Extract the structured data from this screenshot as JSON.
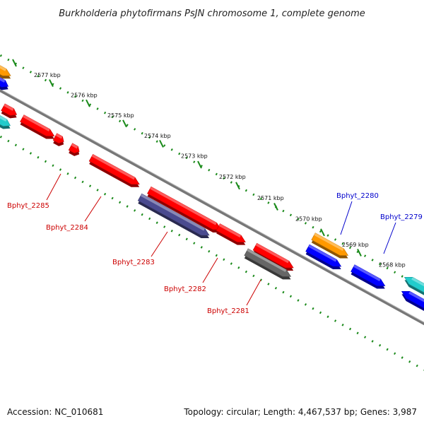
{
  "title": "Burkholderia phytofirmans PsJN chromosome 1, complete genome",
  "footer": {
    "accession": "Accession: NC_010681",
    "summary": "Topology: circular; Length: 4,467,537 bp; Genes: 3,987"
  },
  "colors": {
    "backbone": "#777777",
    "tick": "#1a8a1a",
    "gene_red": "#ff0000",
    "gene_blue": "#0000ff",
    "gene_orange": "#ff9900",
    "gene_cyan": "#22cccc",
    "gene_purple": "#4a4a8f",
    "gene_gray": "#666666",
    "label_red": "#cc0000",
    "label_blue": "#0000cc"
  },
  "ticks": [
    {
      "label": "2577 kbp"
    },
    {
      "label": "2576 kbp"
    },
    {
      "label": "2575 kbp"
    },
    {
      "label": "2574 kbp"
    },
    {
      "label": "2573 kbp"
    },
    {
      "label": "2572 kbp"
    },
    {
      "label": "2571 kbp"
    },
    {
      "label": "2570 kbp"
    },
    {
      "label": "2569 kbp"
    },
    {
      "label": "2568 kbp"
    }
  ],
  "gene_labels": [
    {
      "name": "Bphyt_2285",
      "color": "red"
    },
    {
      "name": "Bphyt_2284",
      "color": "red"
    },
    {
      "name": "Bphyt_2283",
      "color": "red"
    },
    {
      "name": "Bphyt_2282",
      "color": "red"
    },
    {
      "name": "Bphyt_2281",
      "color": "red"
    },
    {
      "name": "Bphyt_2280",
      "color": "blue"
    },
    {
      "name": "Bphyt_2279",
      "color": "blue"
    }
  ]
}
